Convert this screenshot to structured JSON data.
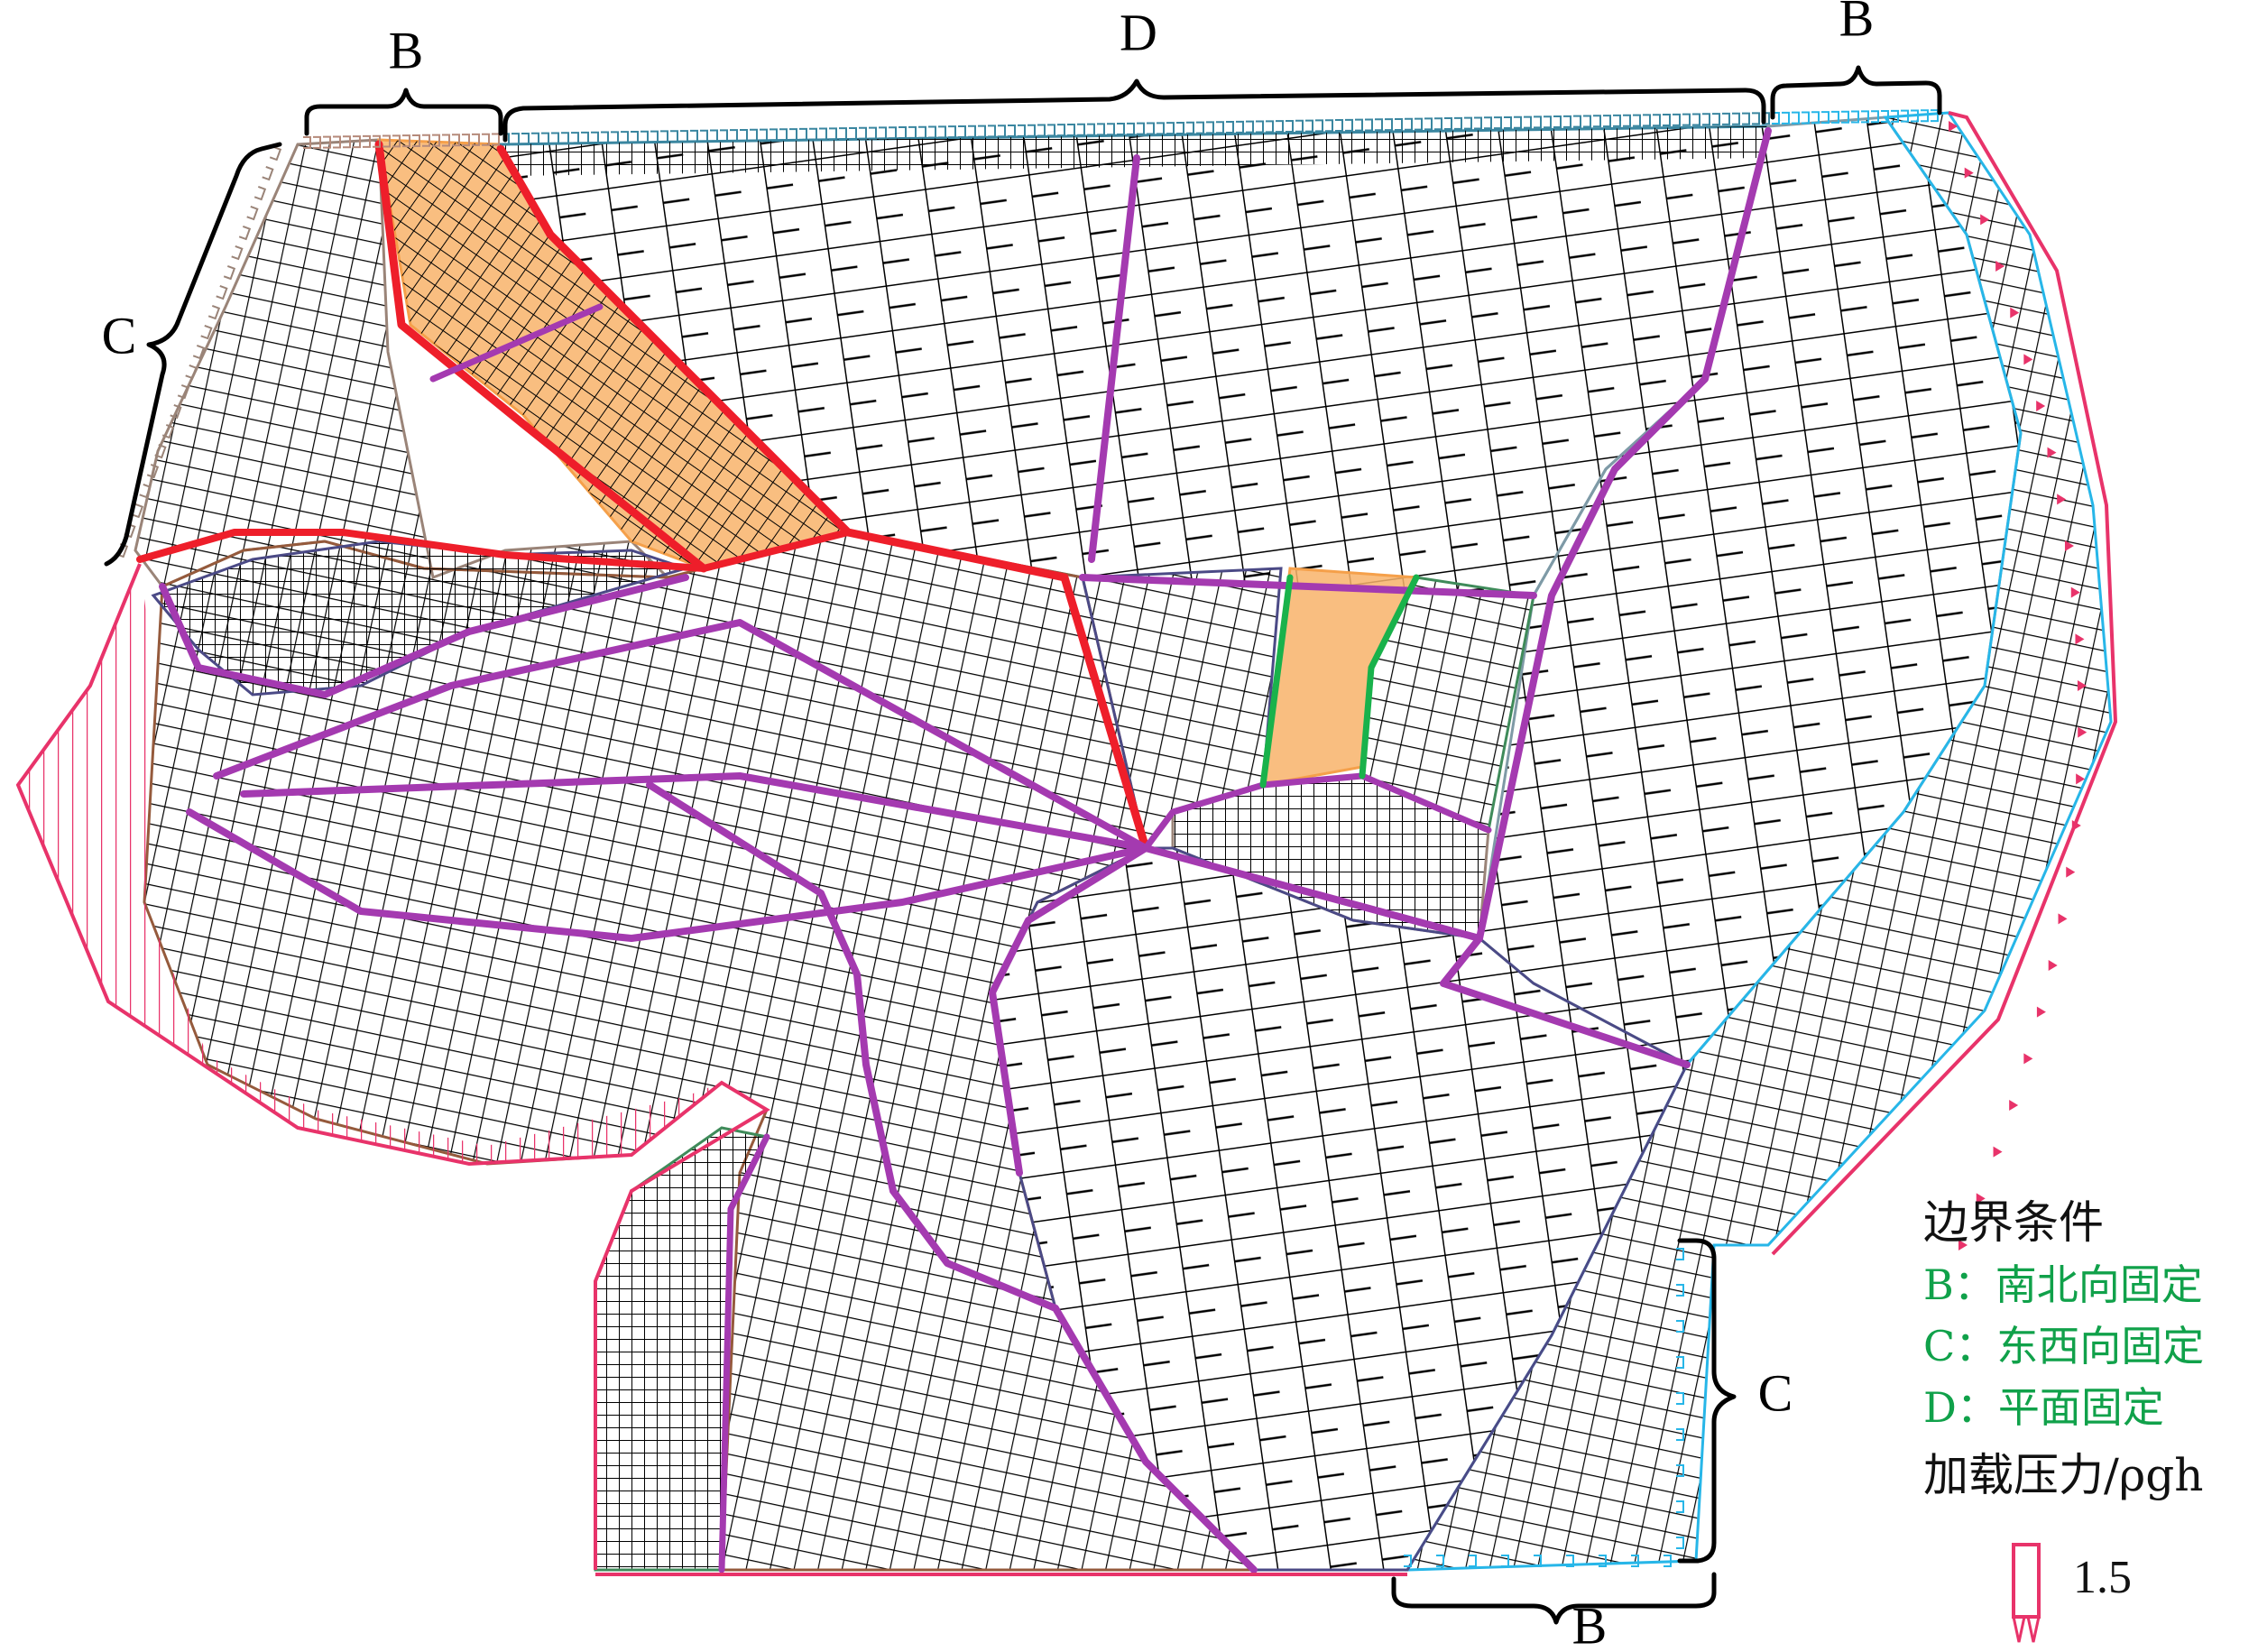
{
  "colors": {
    "region_brown_gray": "#9a8478",
    "region_orange": "#f5a04a",
    "region_teal": "#3a86a0",
    "region_navy": "#4b4a86",
    "region_brown": "#955a3c",
    "region_slate": "#7f9aa6",
    "region_sky": "#27b6e8",
    "region_green": "#3f8b5a",
    "fault_red": "#ee1e2a",
    "fault_purple": "#a43ab0",
    "fault_green": "#19b24b",
    "load_pink": "#e8336a",
    "legend_green": "#10a14a"
  },
  "brackets": {
    "top_left": "B",
    "top_middle": "D",
    "top_right": "B",
    "left": "C",
    "right": "C",
    "bottom": "B"
  },
  "legend": {
    "title": "边界条件",
    "items": [
      "B：南北向固定",
      "C：东西向固定",
      "D：平面固定"
    ],
    "load_label": "加载压力/ρgh",
    "load_value": "1.5"
  }
}
